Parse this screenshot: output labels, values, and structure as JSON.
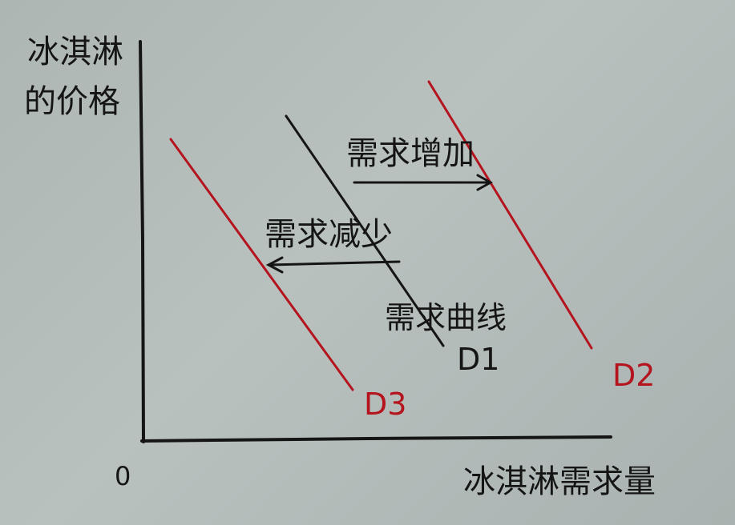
{
  "y_axis_label": [
    "冰淇淋",
    "的价格"
  ],
  "x_axis_label": "冰淇淋需求量",
  "origin_label": "0",
  "shift_right_label": "需求增加",
  "shift_left_label": "需求减少",
  "curve_label": "需求曲线",
  "curves": {
    "d1": "D1",
    "d2": "D2",
    "d3": "D3"
  },
  "colors": {
    "ink": "#151515",
    "shifted_curve": "#b4141e",
    "paper": "#b3bbb9"
  }
}
